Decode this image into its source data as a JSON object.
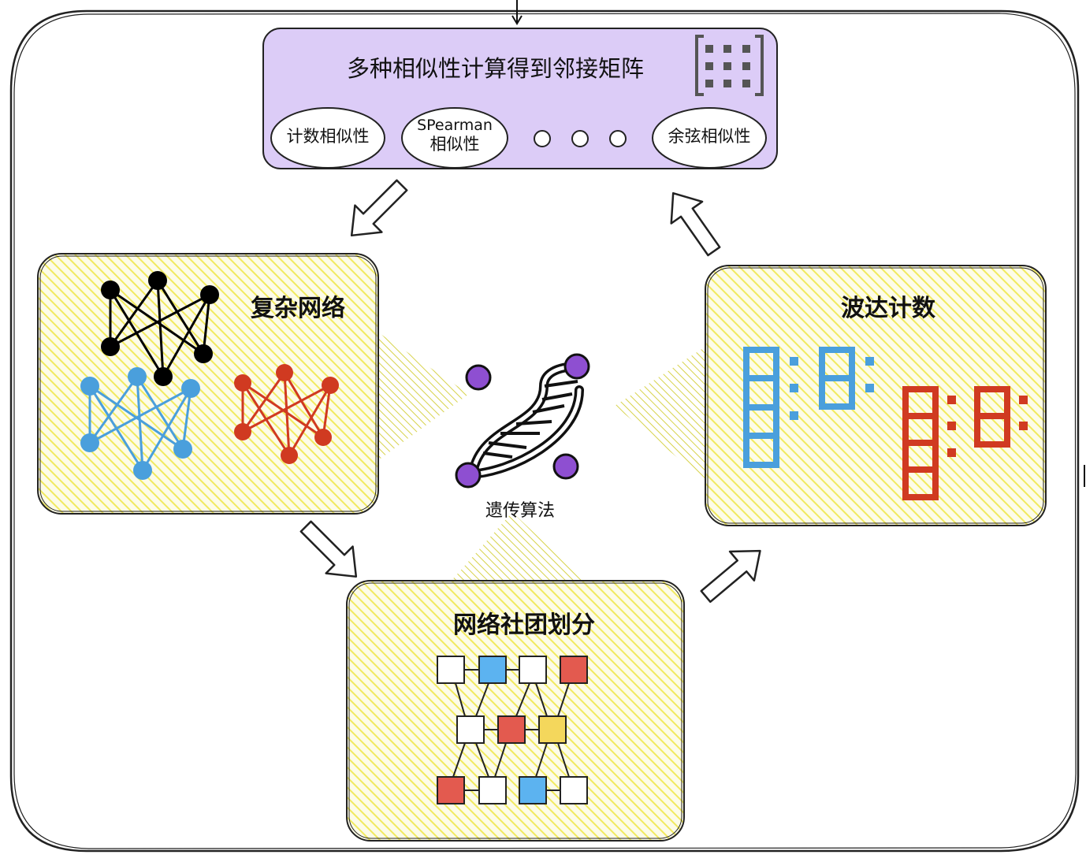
{
  "similarity_panel": {
    "title": "多种相似性计算得到邻接矩阵",
    "items": {
      "count": "计数相似性",
      "spearman_line1": "SPearman",
      "spearman_line2": "相似性",
      "cosine": "余弦相似性"
    }
  },
  "complex_network": {
    "title": "复杂网络"
  },
  "radar_count": {
    "title": "波达计数"
  },
  "community": {
    "title": "网络社团划分"
  },
  "center": {
    "label": "遗传算法"
  },
  "colors": {
    "panel_purple": "#dcccf7",
    "hatch_yellow": "#f3ec6a",
    "net_black": "#000000",
    "net_blue": "#4a9fdc",
    "net_red": "#d03a21",
    "node_purple": "#8e4fd1",
    "cell_blue": "#5cb3f0",
    "cell_red": "#e35a4f",
    "cell_yellow": "#f4d75c"
  },
  "icons": [
    "matrix-icon",
    "dna-icon",
    "network-graph-icon",
    "radar-bar-icon",
    "community-grid-icon",
    "outline-arrow-icon"
  ]
}
